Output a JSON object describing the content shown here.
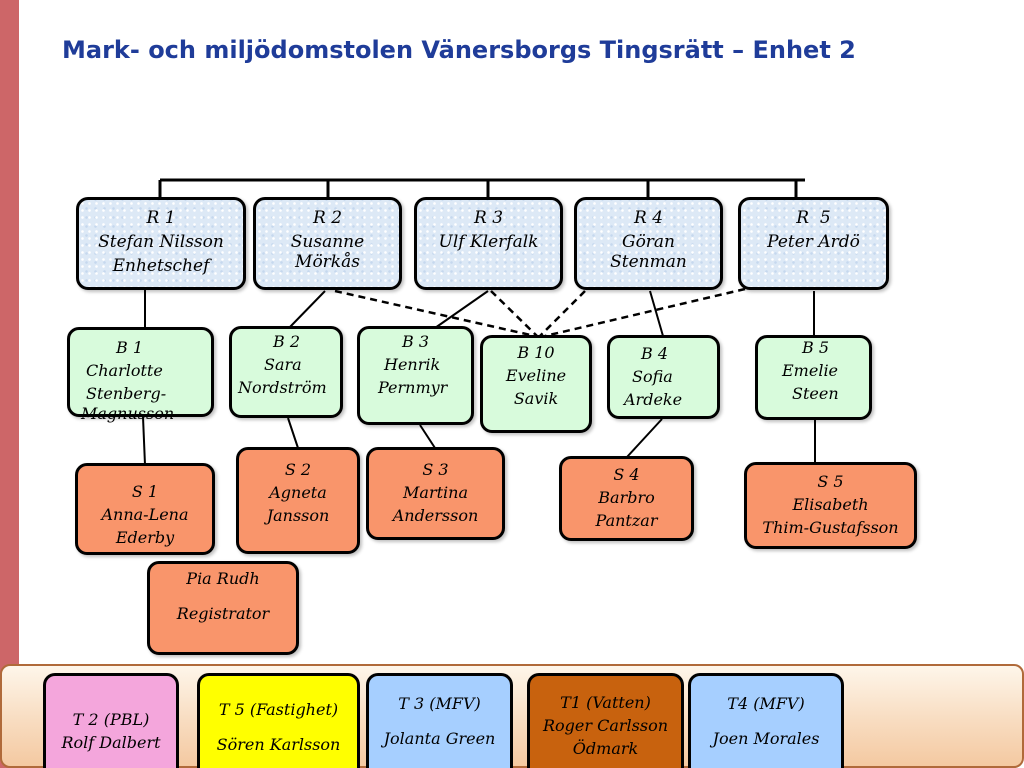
{
  "title": "Mark- och miljödomstolen Vänersborgs Tingsrätt – Enhet 2",
  "colors": {
    "title": "#1f3c99",
    "side_bar": "#cd6668",
    "r_fill": "#dde9f6",
    "b_fill": "#d8fbdc",
    "s_fill": "#f9956b",
    "t2": "#f4a6dc",
    "t5": "#ffff00",
    "t3": "#a6cfff",
    "t1": "#c8620e",
    "t4": "#a6cfff"
  },
  "r_boxes": {
    "r1": {
      "line1": "R 1",
      "line2": "Stefan Nilsson",
      "line3": "Enhetschef"
    },
    "r2": {
      "line1": "R 2",
      "line2": "Susanne",
      "line3": "Mörkås"
    },
    "r3": {
      "line1": "R 3",
      "line2": "Ulf Klerfalk"
    },
    "r4": {
      "line1": "R 4",
      "line2": "Göran",
      "line3": "Stenman"
    },
    "r5": {
      "line1": "R  5",
      "line2": "Peter Ardö"
    }
  },
  "b_boxes": {
    "b1": {
      "line1": "B 1",
      "line2": "Charlotte",
      "line3": "Stenberg-",
      "line4": "Magnusson"
    },
    "b2": {
      "line1": "B 2",
      "line2": "Sara",
      "line3": "Nordström"
    },
    "b3": {
      "line1": "B 3",
      "line2": "Henrik",
      "line3": "Pernmyr"
    },
    "b10": {
      "line1": "B 10",
      "line2": "Eveline",
      "line3": "Savik"
    },
    "b4": {
      "line1": "B 4",
      "line2": "Sofia",
      "line3": "Ardeke"
    },
    "b5": {
      "line1": "B 5",
      "line2": "Emelie",
      "line3": "Steen"
    }
  },
  "s_boxes": {
    "s1": {
      "line1": "S 1",
      "line2": "Anna-Lena",
      "line3": "Ederby"
    },
    "s2": {
      "line1": "S 2",
      "line2": "Agneta",
      "line3": "Jansson"
    },
    "s3": {
      "line1": "S 3",
      "line2": "Martina",
      "line3": "Andersson"
    },
    "s4": {
      "line1": "S 4",
      "line2": "Barbro",
      "line3": "Pantzar"
    },
    "s5": {
      "line1": "S 5",
      "line2": "Elisabeth",
      "line3": "Thim-Gustafsson"
    },
    "registrator": {
      "line1": "Pia Rudh",
      "line2": "Registrator"
    }
  },
  "t_boxes": {
    "t2": {
      "line1": "T 2 (PBL)",
      "line2": "Rolf Dalbert"
    },
    "t5": {
      "line1": "T 5 (Fastighet)",
      "line2": "Sören Karlsson"
    },
    "t3": {
      "line1": "T 3 (MFV)",
      "line2": "Jolanta Green"
    },
    "t1": {
      "line1": "T1 (Vatten)",
      "line2": "Roger Carlsson",
      "line3": "Ödmark"
    },
    "t4": {
      "line1": "T4 (MFV)",
      "line2": "Joen Morales"
    }
  }
}
